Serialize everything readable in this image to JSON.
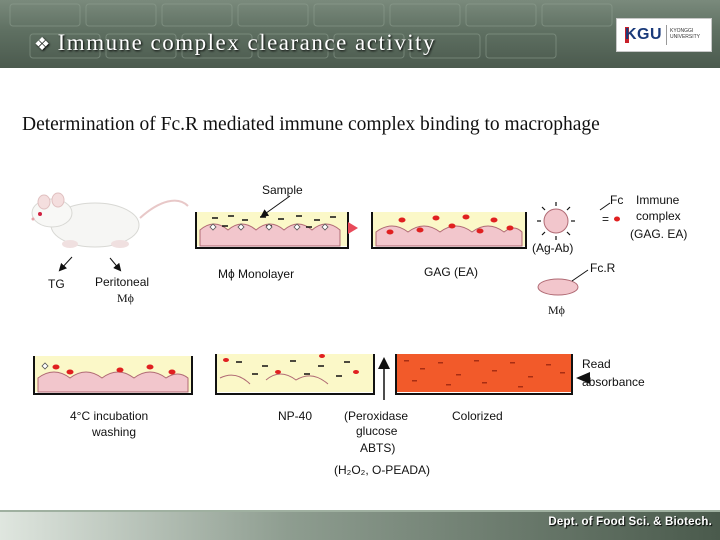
{
  "header": {
    "bullet": "❖",
    "title": "Immune complex clearance activity",
    "logo": {
      "abbr": "KGU",
      "name_line1": "KYONGGI",
      "name_line2": "UNIVERSITY"
    }
  },
  "subtitle": "Determination of Fc.R mediated immune complex binding to macrophage",
  "diagram": {
    "sample": "Sample",
    "tg": "TG",
    "peritoneal": "Peritoneal",
    "mphi": "Mϕ",
    "monolayer": "Mϕ  Monolayer",
    "gag_ea": "GAG (EA)",
    "ag_ab": "(Ag-Ab)",
    "fc": "Fc",
    "eq": "=",
    "immune": "Immune",
    "complex": "complex",
    "gag_ea2": "(GAG. EA)",
    "fcr": "Fc.R",
    "mphi2": "Mϕ",
    "read": "Read",
    "absorbance": "absorbance",
    "incubation": "4°C  incubation",
    "washing": "washing",
    "np40": "NP-40",
    "peroxidase": "(Peroxidase",
    "glucose": "glucose",
    "abts": "ABTS)",
    "h2o2": "(H₂O₂, O-PEADA)",
    "colorized": "Colorized"
  },
  "colors": {
    "medium": "#fbf8c8",
    "cell": "#f2c6cc",
    "cell_stroke": "#b06a74",
    "red": "#e02020",
    "colorized": "#f25a2a"
  },
  "footer": "Dept. of Food Sci. & Biotech."
}
